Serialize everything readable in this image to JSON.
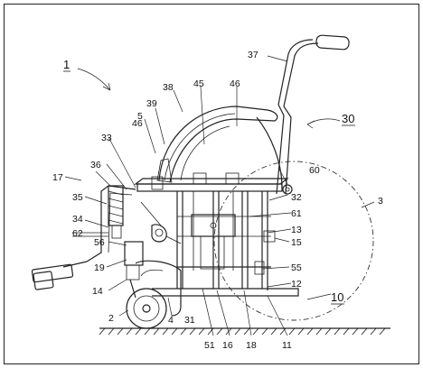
{
  "figure": {
    "labels": {
      "l1": "1",
      "l2": "2",
      "l3": "3",
      "l4": "4",
      "l5": "5",
      "l10": "10",
      "l11": "11",
      "l12": "12",
      "l13": "13",
      "l14": "14",
      "l15": "15",
      "l16": "16",
      "l17": "17",
      "l18": "18",
      "l19": "19",
      "l30": "30",
      "l31": "31",
      "l32": "32",
      "l33": "33",
      "l34": "34",
      "l35": "35",
      "l36": "36",
      "l37": "37",
      "l38": "38",
      "l39": "39",
      "l45": "45",
      "l46a": "46",
      "l46b": "46",
      "l51": "51",
      "l55": "55",
      "l56": "56",
      "l60": "60",
      "l61": "61",
      "l62": "62"
    }
  }
}
